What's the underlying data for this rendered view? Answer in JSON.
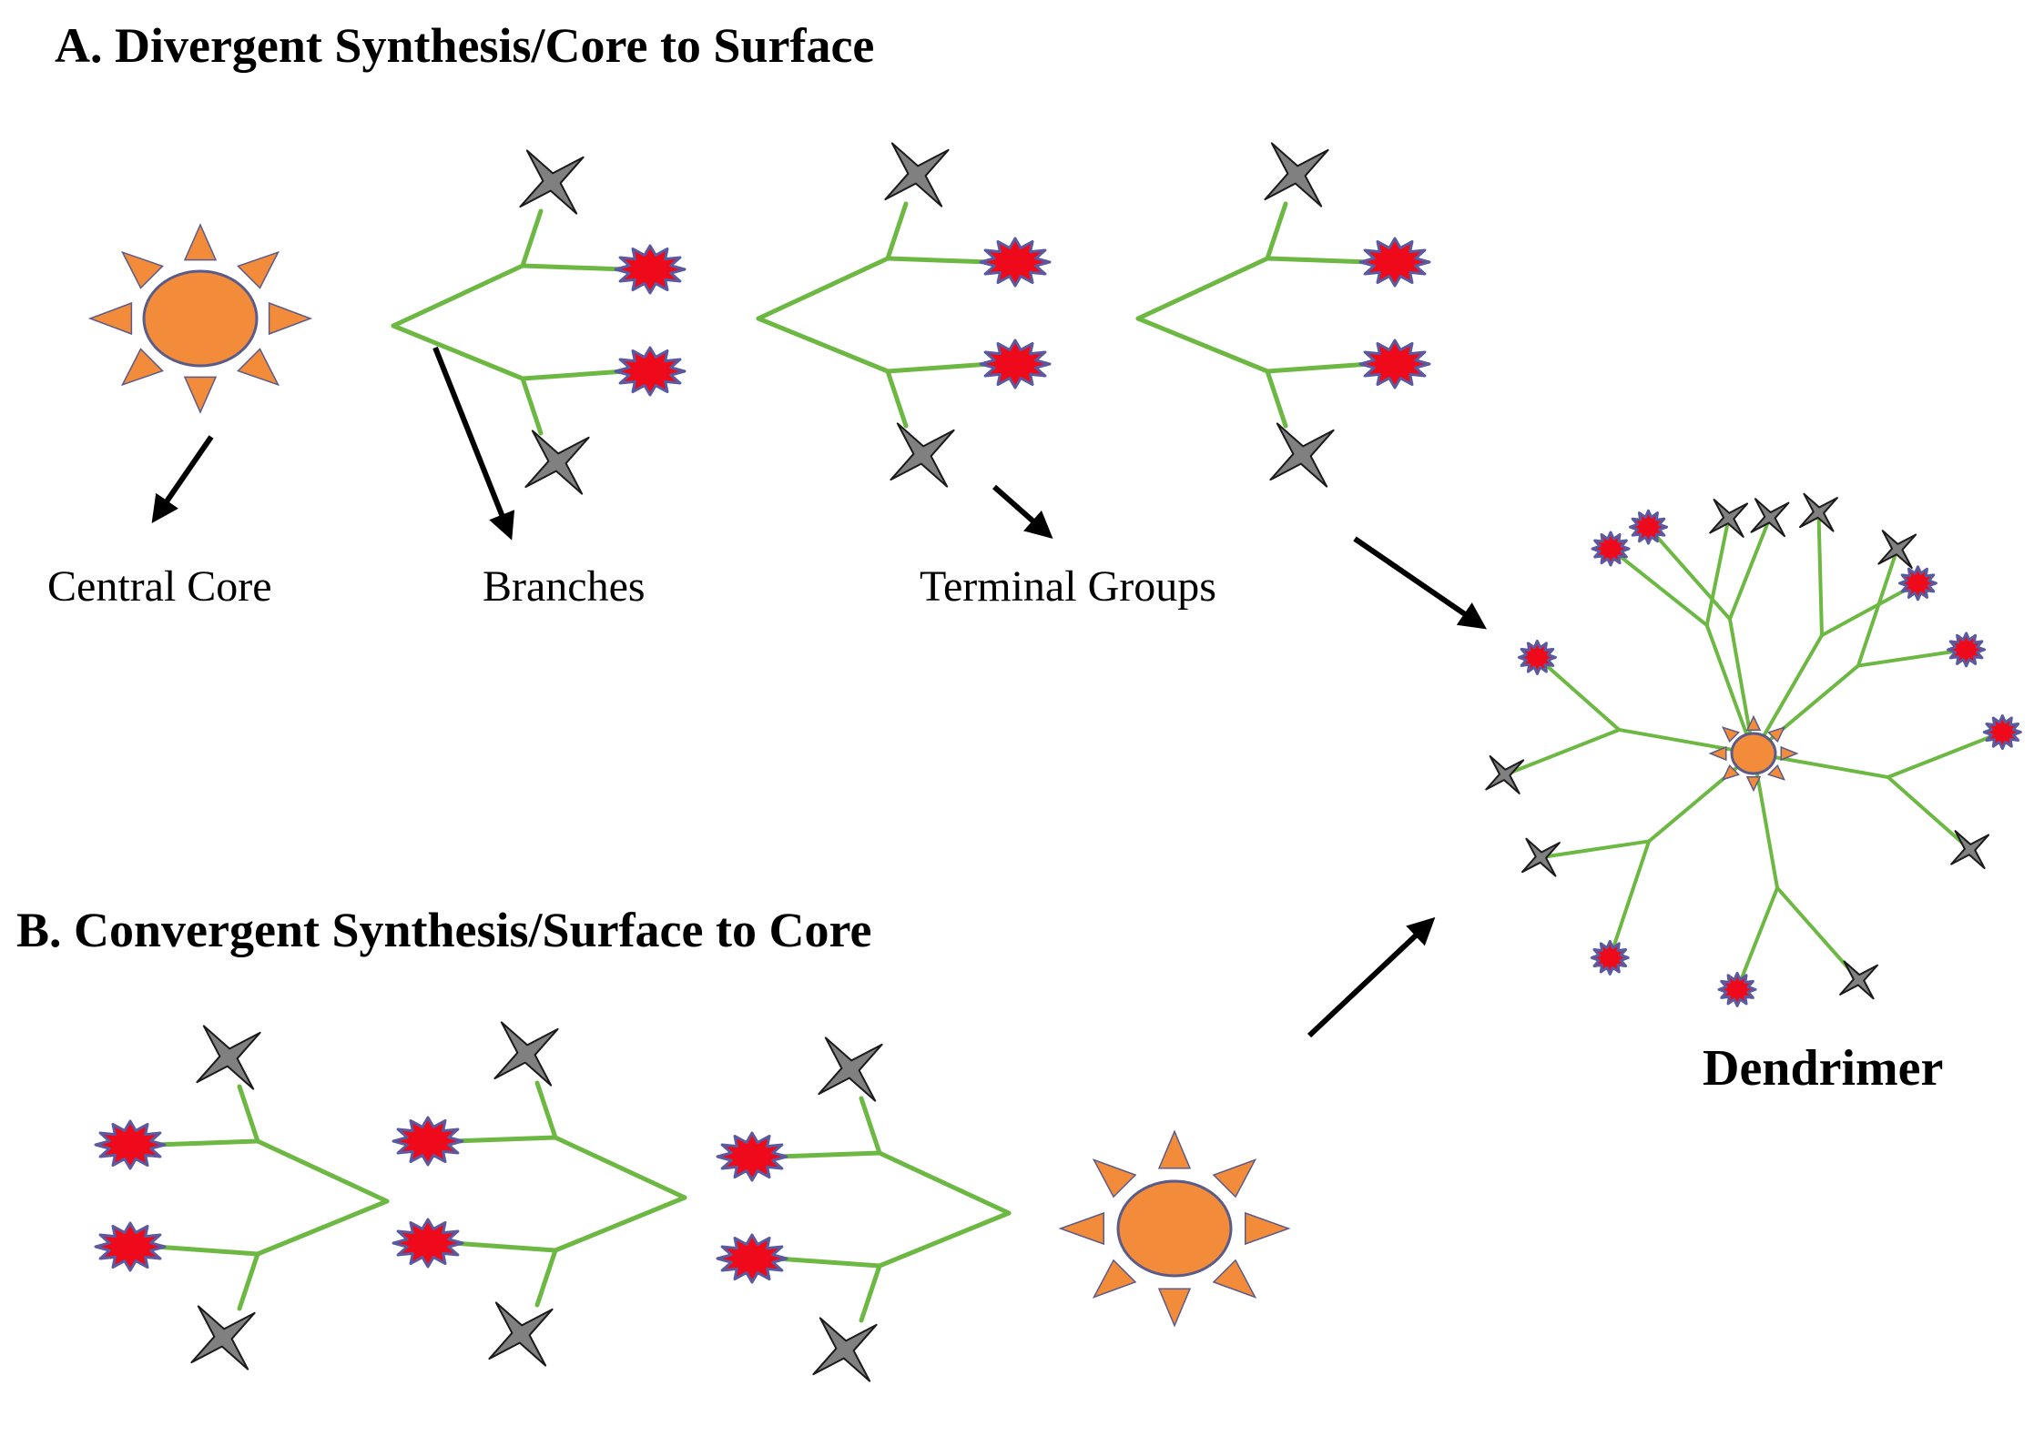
{
  "section_a": {
    "title": "A.  Divergent Synthesis/Core to Surface",
    "labels": {
      "central_core": "Central Core",
      "branches": "Branches",
      "terminal_groups": "Terminal Groups"
    }
  },
  "section_b": {
    "title": "B.  Convergent Synthesis/Surface to Core"
  },
  "product": {
    "label": "Dendrimer"
  },
  "colors": {
    "core": "#f28c3a",
    "core_outline": "#5b5b8a",
    "branch": "#6cb843",
    "terminal_red": "#ee0a1a",
    "terminal_red_outline": "#5a5aa0",
    "terminal_star": "#808080",
    "terminal_star_outline": "#1a1a1a",
    "arrow": "#000000"
  },
  "icons": {
    "core": "sun-core-icon",
    "star_group": "four-point-star-icon",
    "burst_group": "red-burst-icon"
  }
}
